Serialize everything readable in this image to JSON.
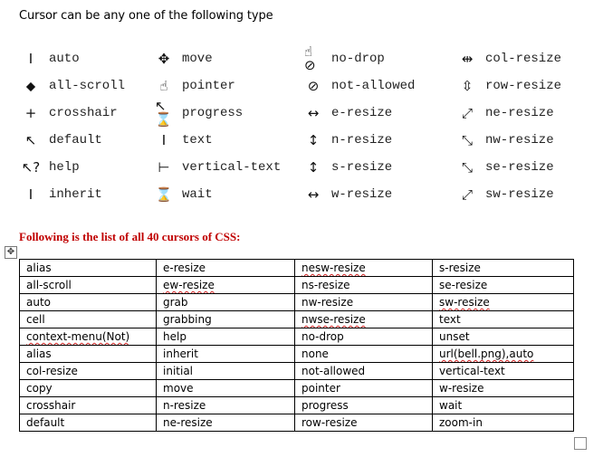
{
  "heading": "Cursor can be any one of the following type",
  "cursor_types": [
    {
      "label": "auto",
      "icon": "i-beam-icon",
      "glyph": "I"
    },
    {
      "label": "all-scroll",
      "icon": "all-scroll-icon",
      "glyph": "⬥"
    },
    {
      "label": "crosshair",
      "icon": "crosshair-icon",
      "glyph": "+"
    },
    {
      "label": "default",
      "icon": "arrow-icon",
      "glyph": "↖"
    },
    {
      "label": "help",
      "icon": "help-icon",
      "glyph": "↖?"
    },
    {
      "label": "inherit",
      "icon": "i-beam-icon",
      "glyph": "I"
    },
    {
      "label": "move",
      "icon": "move-icon",
      "glyph": "✥"
    },
    {
      "label": "pointer",
      "icon": "hand-icon",
      "glyph": "☝"
    },
    {
      "label": "progress",
      "icon": "progress-icon",
      "glyph": "↖⌛"
    },
    {
      "label": "text",
      "icon": "i-beam-icon",
      "glyph": "I"
    },
    {
      "label": "vertical-text",
      "icon": "vertical-text-icon",
      "glyph": "⊢"
    },
    {
      "label": "wait",
      "icon": "hourglass-icon",
      "glyph": "⌛"
    },
    {
      "label": "no-drop",
      "icon": "no-drop-icon",
      "glyph": "☝⊘"
    },
    {
      "label": "not-allowed",
      "icon": "not-allowed-icon",
      "glyph": "⊘"
    },
    {
      "label": "e-resize",
      "icon": "horizontal-resize-icon",
      "glyph": "↔"
    },
    {
      "label": "n-resize",
      "icon": "vertical-resize-icon",
      "glyph": "↕"
    },
    {
      "label": "s-resize",
      "icon": "vertical-resize-icon",
      "glyph": "↕"
    },
    {
      "label": "w-resize",
      "icon": "horizontal-resize-icon",
      "glyph": "↔"
    },
    {
      "label": "col-resize",
      "icon": "col-resize-icon",
      "glyph": "⇹"
    },
    {
      "label": "row-resize",
      "icon": "row-resize-icon",
      "glyph": "⇳"
    },
    {
      "label": "ne-resize",
      "icon": "diagonal-resize-icon",
      "glyph": "⤢"
    },
    {
      "label": "nw-resize",
      "icon": "diagonal-resize-icon",
      "glyph": "⤡"
    },
    {
      "label": "se-resize",
      "icon": "diagonal-resize-icon",
      "glyph": "⤡"
    },
    {
      "label": "sw-resize",
      "icon": "diagonal-resize-icon",
      "glyph": "⤢"
    }
  ],
  "list_heading": "Following is the list of all 40 cursors of CSS:",
  "table_move_icon": "✥",
  "table_rows": [
    [
      "alias",
      "e-resize",
      "nesw-resize",
      "s-resize"
    ],
    [
      "all-scroll",
      "ew-resize",
      "ns-resize",
      "se-resize"
    ],
    [
      "auto",
      "grab",
      "nw-resize",
      "sw-resize"
    ],
    [
      "cell",
      "grabbing",
      "nwse-resize",
      "text"
    ],
    [
      "context-menu(Not)",
      "help",
      "no-drop",
      "unset"
    ],
    [
      "alias",
      "inherit",
      "none",
      "url(bell.png),auto"
    ],
    [
      "col-resize",
      "initial",
      "not-allowed",
      "vertical-text"
    ],
    [
      "copy",
      "move",
      "pointer",
      "w-resize"
    ],
    [
      "crosshair",
      "n-resize",
      "progress",
      "wait"
    ],
    [
      "default",
      "ne-resize",
      "row-resize",
      "zoom-in"
    ]
  ],
  "spellcheck_flagged": [
    "ew-resize",
    "nesw-resize",
    "nwse-resize",
    "sw-resize",
    "context-menu(Not)",
    "url(bell.png),auto"
  ]
}
